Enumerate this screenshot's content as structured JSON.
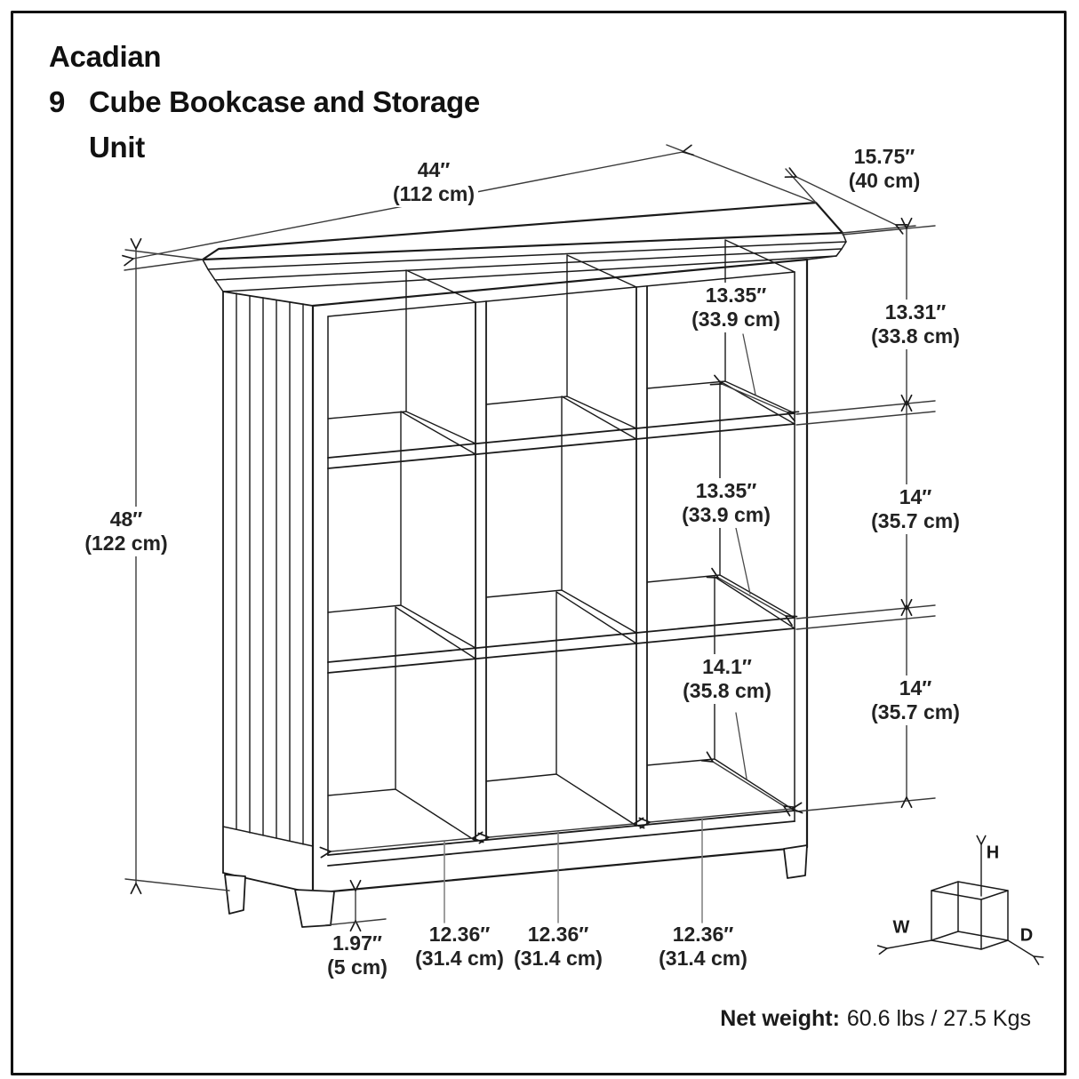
{
  "header": {
    "collection": "Acadian",
    "quantity": "9",
    "product_line1": "Cube Bookcase and Storage",
    "product_line2": "Unit"
  },
  "dims": {
    "top_width": [
      "44″",
      "(112 cm)"
    ],
    "top_depth": [
      "15.75″",
      "(40 cm)"
    ],
    "overall_height": [
      "48″",
      "(122 cm)"
    ],
    "section_top": [
      "13.31″",
      "(33.8 cm)"
    ],
    "section_middle": [
      "14″",
      "(35.7 cm)"
    ],
    "section_bottom": [
      "14″",
      "(35.7 cm)"
    ],
    "cube_depth_top": [
      "13.35″",
      "(33.9 cm)"
    ],
    "cube_depth_middle": [
      "13.35″",
      "(33.9 cm)"
    ],
    "cube_depth_bottom": [
      "14.1″",
      "(35.8 cm)"
    ],
    "leg_height": [
      "1.97″",
      "(5 cm)"
    ],
    "cube_width_left": [
      "12.36″",
      "(31.4 cm)"
    ],
    "cube_width_center": [
      "12.36″",
      "(31.4 cm)"
    ],
    "cube_width_right": [
      "12.36″",
      "(31.4 cm)"
    ]
  },
  "axis_indicator": {
    "height_label": "H",
    "width_label": "W",
    "depth_label": "D"
  },
  "footer": {
    "net_weight_label": "Net weight:",
    "net_weight_value": "60.6 lbs / 27.5 Kgs"
  },
  "colors": {
    "line": "#1a1a1a",
    "dimension_line": "#3a3a3a",
    "leader": "#7f7f7f",
    "background": "#ffffff"
  }
}
